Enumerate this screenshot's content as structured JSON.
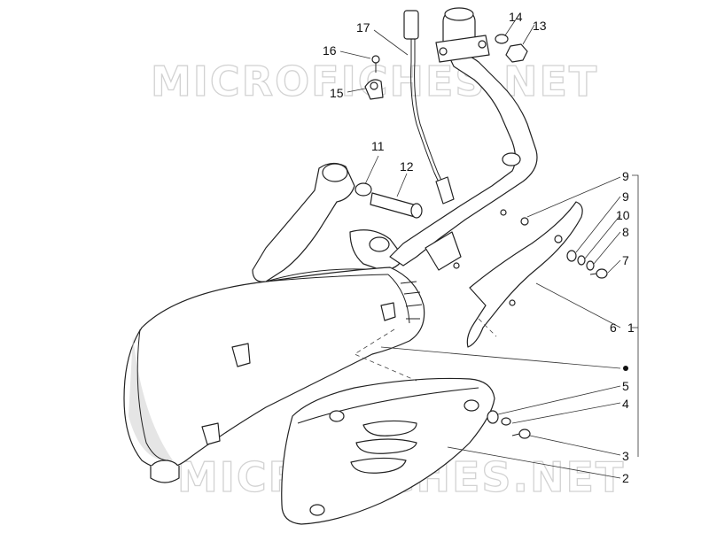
{
  "watermark": {
    "top": "MICROFICHES.NET",
    "bottom": "MICROFICHES.NET"
  },
  "callouts": [
    "1",
    "2",
    "3",
    "4",
    "5",
    "6",
    "7",
    "8",
    "9",
    "9",
    "10",
    "11",
    "12",
    "13",
    "14",
    "15",
    "16",
    "17"
  ]
}
